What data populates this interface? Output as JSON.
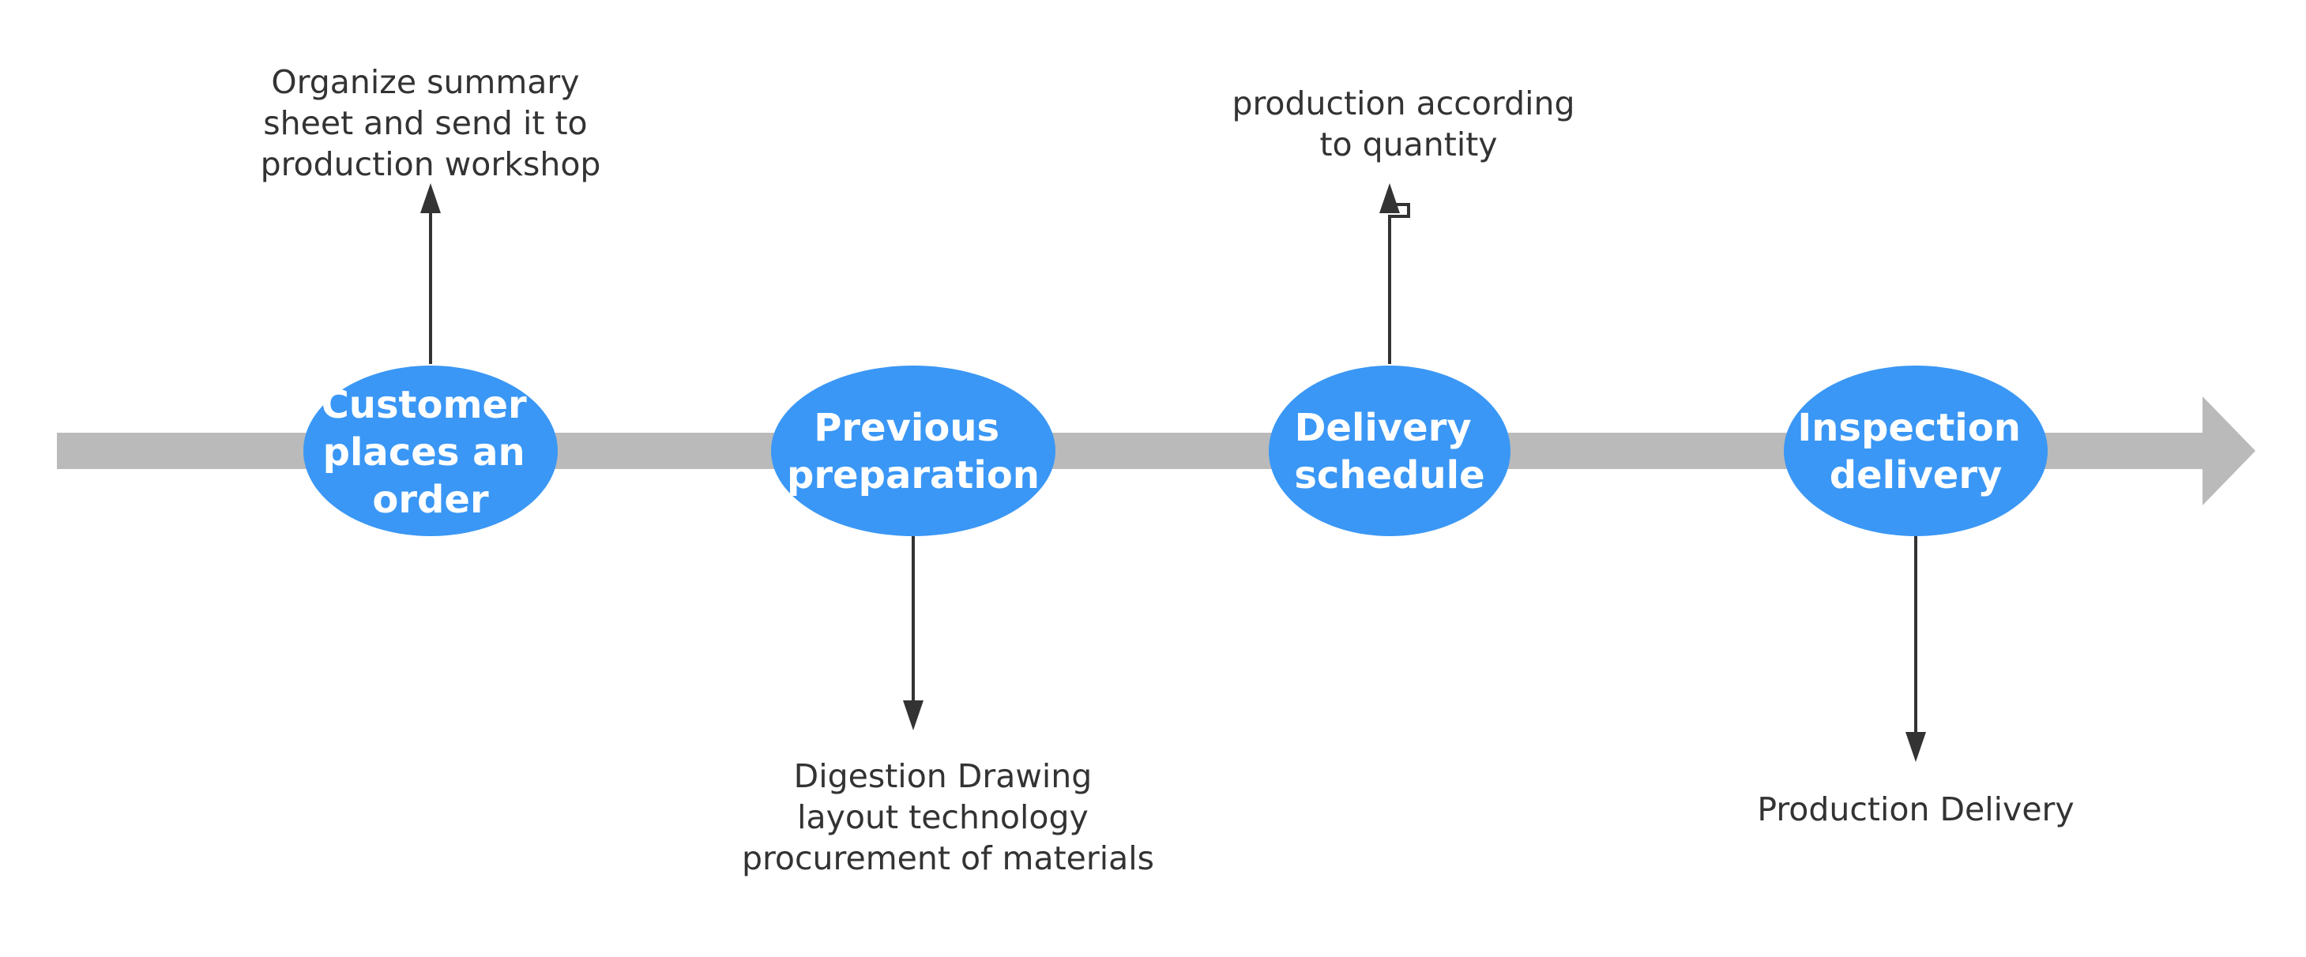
{
  "colors": {
    "background": "#ffffff",
    "timeline": "#bababa",
    "node_fill": "#3a97f5",
    "node_text": "#ffffff",
    "connector": "#333333",
    "note_text": "#333333"
  },
  "timeline": {
    "direction": "left-to-right",
    "end_marker": "arrowhead"
  },
  "stages": [
    {
      "id": "customer-order",
      "label_lines": [
        "Customer",
        "places an",
        "order"
      ],
      "note_side": "above",
      "note_lines": [
        "Organize summary",
        "sheet and send it to",
        "production workshop"
      ]
    },
    {
      "id": "previous-preparation",
      "label_lines": [
        "Previous",
        "preparation"
      ],
      "note_side": "below",
      "note_lines": [
        "Digestion Drawing",
        "layout technology",
        "procurement of materials"
      ]
    },
    {
      "id": "delivery-schedule",
      "label_lines": [
        "Delivery",
        "schedule"
      ],
      "note_side": "above",
      "note_lines": [
        "production according",
        "to quantity"
      ]
    },
    {
      "id": "inspection-delivery",
      "label_lines": [
        "Inspection",
        "delivery"
      ],
      "note_side": "below",
      "note_lines": [
        "Production Delivery"
      ]
    }
  ]
}
